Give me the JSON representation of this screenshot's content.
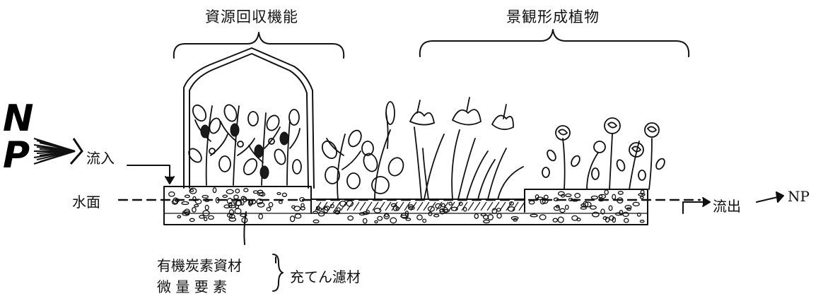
{
  "labels": {
    "resource_recovery": "資源回収機能",
    "landscape_plants": "景観形成植物",
    "n_letter": "N",
    "p_letter": "P",
    "inflow": "流入",
    "water_surface": "水面",
    "outflow": "流出",
    "np_out": "NP",
    "organic_carbon": "有機炭素資材",
    "trace_elements": "微 量 要 素",
    "filter_material": "充てん濾材"
  },
  "icons": {
    "greenhouse": "greenhouse-icon",
    "eggplant": "eggplant-plant-icon",
    "iris": "iris-plant-icon",
    "rose": "rose-plant-icon",
    "inflow_arrow": "arrow-right-icon",
    "outflow_arrow": "arrow-right-icon"
  },
  "colors": {
    "ink": "#111111",
    "background": "#ffffff",
    "fruit": "#1a1a1a"
  }
}
